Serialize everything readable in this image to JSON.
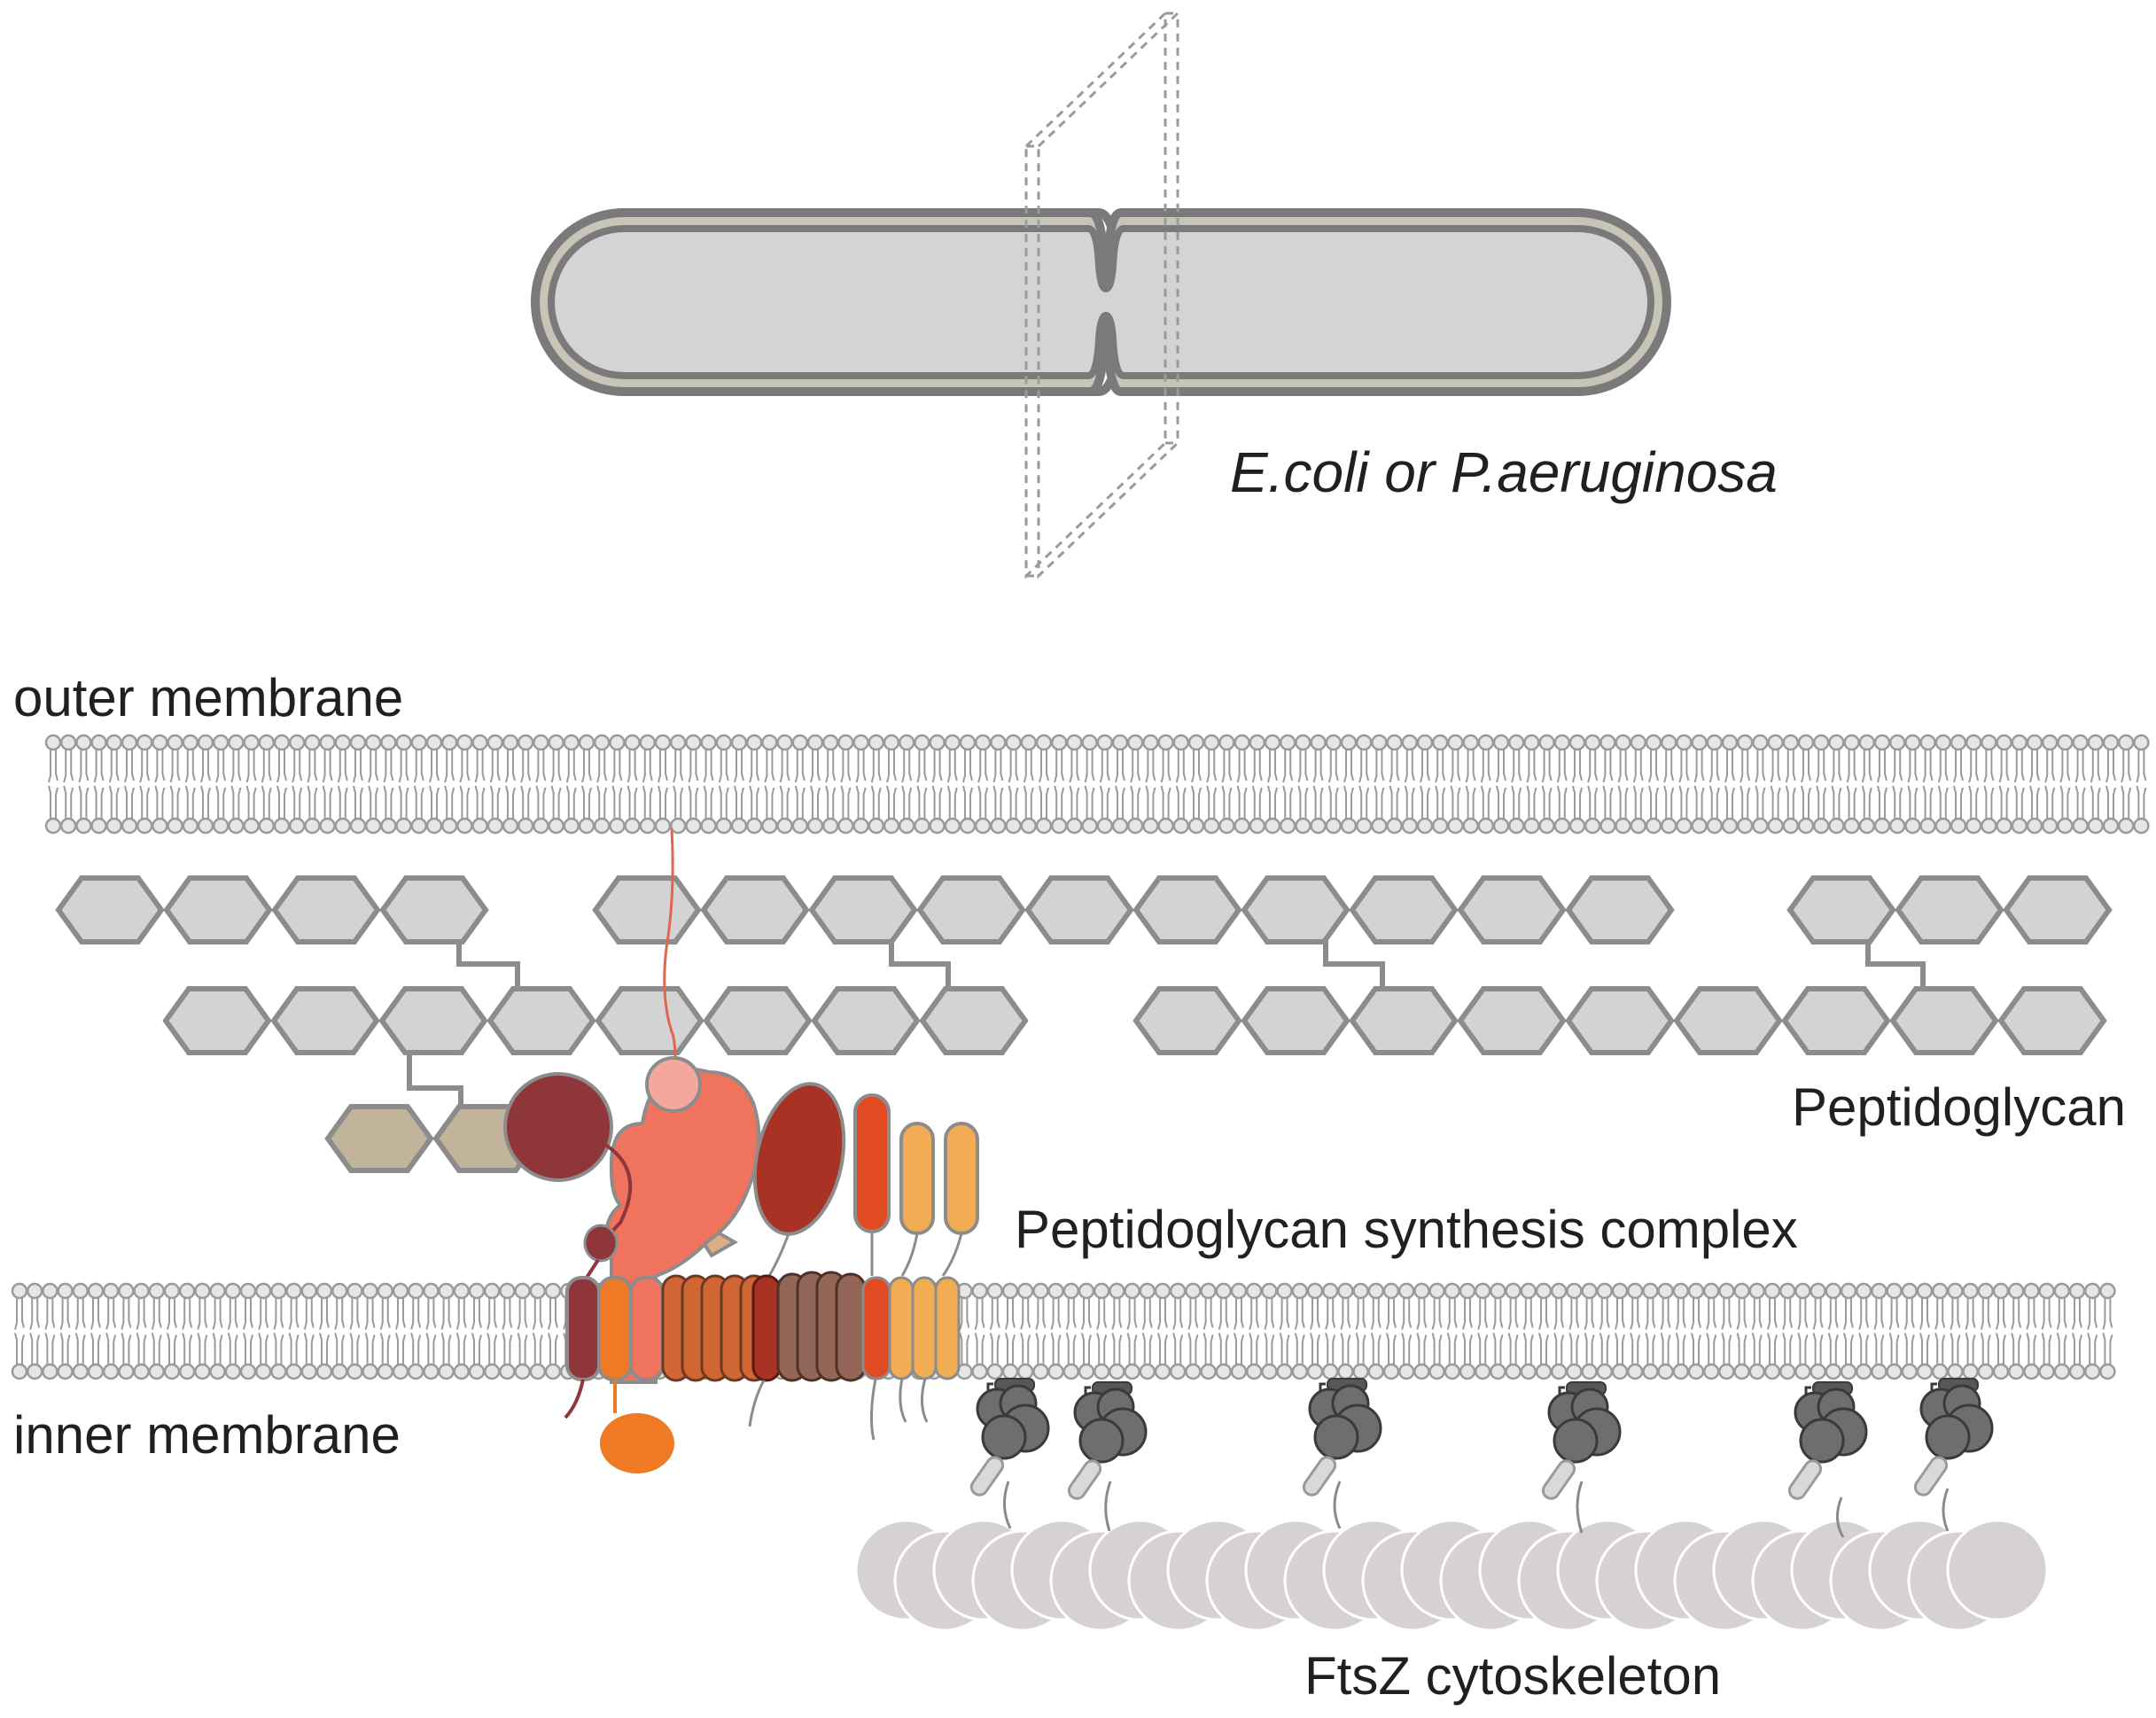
{
  "labels": {
    "organism": "E.coli or P.aeruginosa",
    "outer_membrane": "outer membrane",
    "inner_membrane": "inner membrane",
    "peptidoglycan": "Peptidoglycan",
    "complex": "Peptidoglycan synthesis complex",
    "ftsz": "FtsZ cytoskeleton"
  },
  "colors": {
    "cell_fill": "#d4d4d4",
    "cell_outline": "#7a7a7a",
    "cell_wall": "#c8c5b8",
    "membrane_head_fill": "#e6e6e6",
    "membrane_outline": "#9a9a9a",
    "hexagon_fill": "#d3d3d3",
    "hexagon_stroke": "#8c8c8c",
    "tan_hexagon_fill": "#c2b49a",
    "ftsz_fill": "#d7d2d2",
    "anchor_protein": "#6e6e6e",
    "maroon": "#8f363b",
    "salmon": "#f0735e",
    "light_salmon": "#f4a89b",
    "dark_red": "#a83224",
    "red_orange": "#e04b24",
    "orange": "#ef7a26",
    "light_orange": "#f2ac53",
    "rust": "#cf6633",
    "brown": "#936657",
    "beige": "#dcae86"
  }
}
